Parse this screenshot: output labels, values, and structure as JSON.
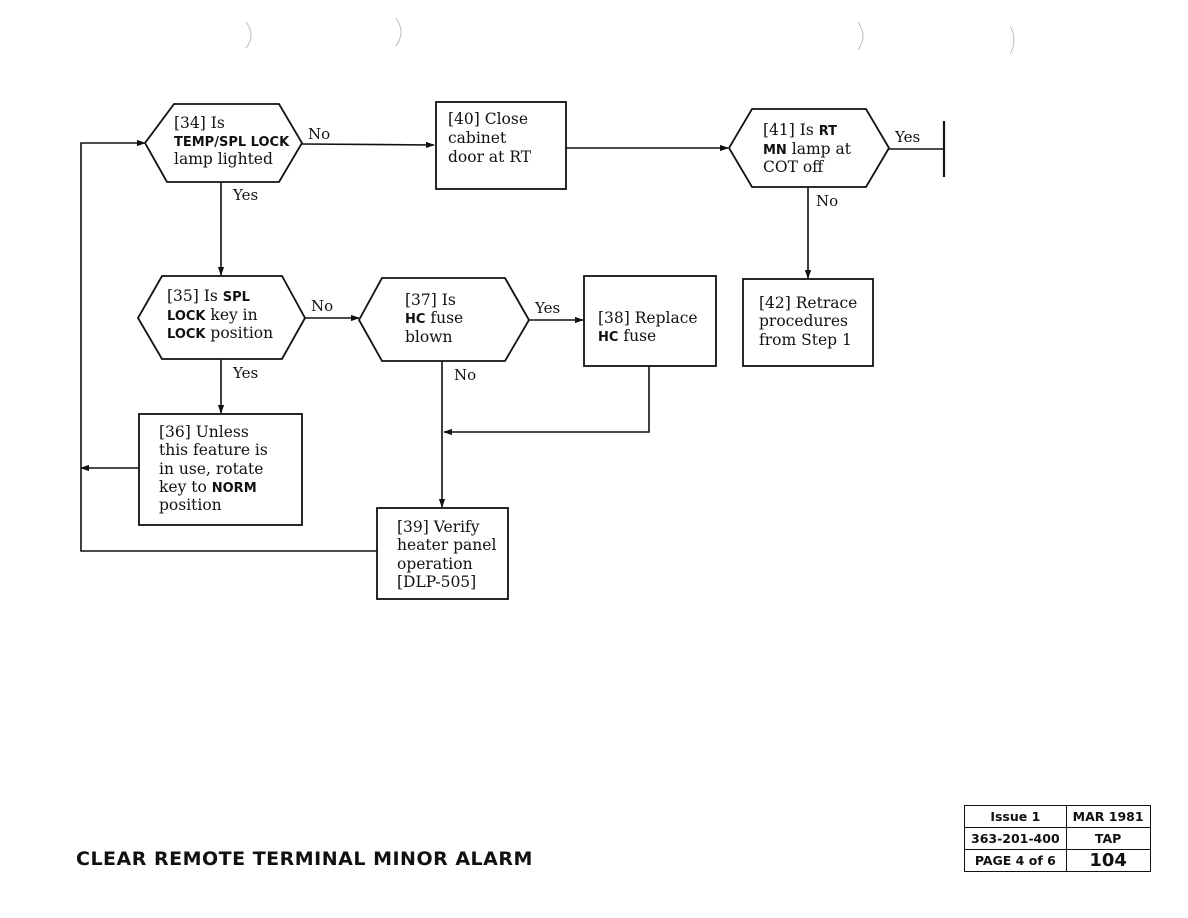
{
  "flowchart": {
    "step34": {
      "l1a": "[34] Is",
      "l2a": "TEMP/SPL LOCK",
      "l3a": "lamp lighted"
    },
    "step35": {
      "l1a": "[35] Is ",
      "l1b": "SPL",
      "l2a": "LOCK",
      "l2b": " key in",
      "l3a": "LOCK",
      "l3b": " position"
    },
    "step36": {
      "l1": "[36] Unless",
      "l2": "this feature is",
      "l3": "in use, rotate",
      "l4a": "key to ",
      "l4b": "NORM",
      "l5": "position"
    },
    "step37": {
      "l1": "[37] Is",
      "l2a": "HC",
      "l2b": " fuse",
      "l3": "blown"
    },
    "step38": {
      "l1": "[38] Replace",
      "l2a": "HC",
      "l2b": " fuse"
    },
    "step39": {
      "l1": "[39] Verify",
      "l2": "heater panel",
      "l3": "operation",
      "l4": "[DLP-505]"
    },
    "step40": {
      "l1": "[40] Close",
      "l2": "cabinet",
      "l3": "door at RT"
    },
    "step41": {
      "l1a": "[41] Is ",
      "l1b": "RT",
      "l2a": "MN",
      "l2b": " lamp at",
      "l3": "COT off"
    },
    "step42": {
      "l1": "[42] Retrace",
      "l2": "procedures",
      "l3": "from Step 1"
    },
    "labels": {
      "yes": "Yes",
      "no": "No"
    }
  },
  "footer": {
    "title": "CLEAR REMOTE TERMINAL MINOR ALARM",
    "issue": "Issue 1",
    "date": "MAR 1981",
    "doc_number": "363-201-400",
    "tap_label": "TAP",
    "page": "PAGE 4 of 6",
    "tap_number": "104"
  }
}
